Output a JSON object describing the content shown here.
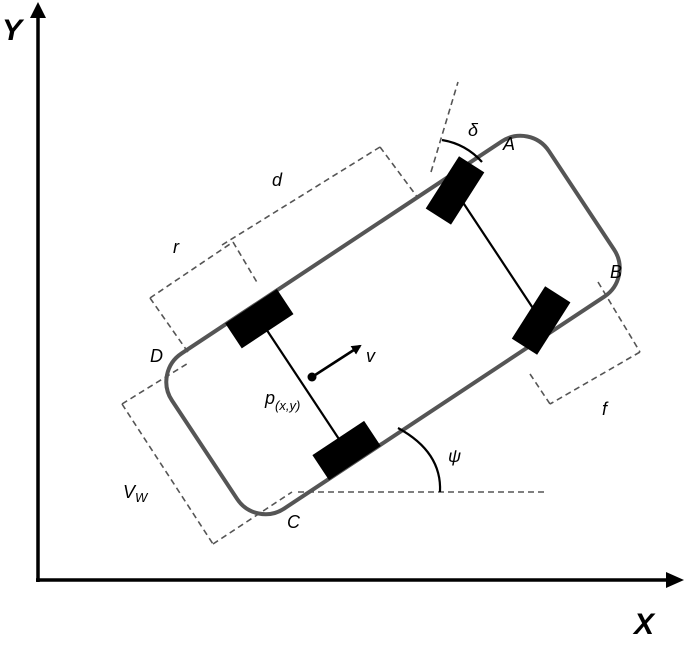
{
  "axes": {
    "x_label": "X",
    "y_label": "Y"
  },
  "labels": {
    "corner_a": "A",
    "corner_b": "B",
    "corner_c": "C",
    "corner_d": "D",
    "steering_angle": "δ",
    "heading_angle": "ψ",
    "wheelbase": "d",
    "rear_overhang": "r",
    "front_overhang": "f",
    "vehicle_width": "V",
    "vehicle_width_sub": "W",
    "velocity": "v",
    "position": "p",
    "position_sub": "(x,y)"
  },
  "colors": {
    "body_outline": "#555555",
    "wheel": "#000000",
    "axis": "#000000",
    "dimension": "#555555"
  }
}
